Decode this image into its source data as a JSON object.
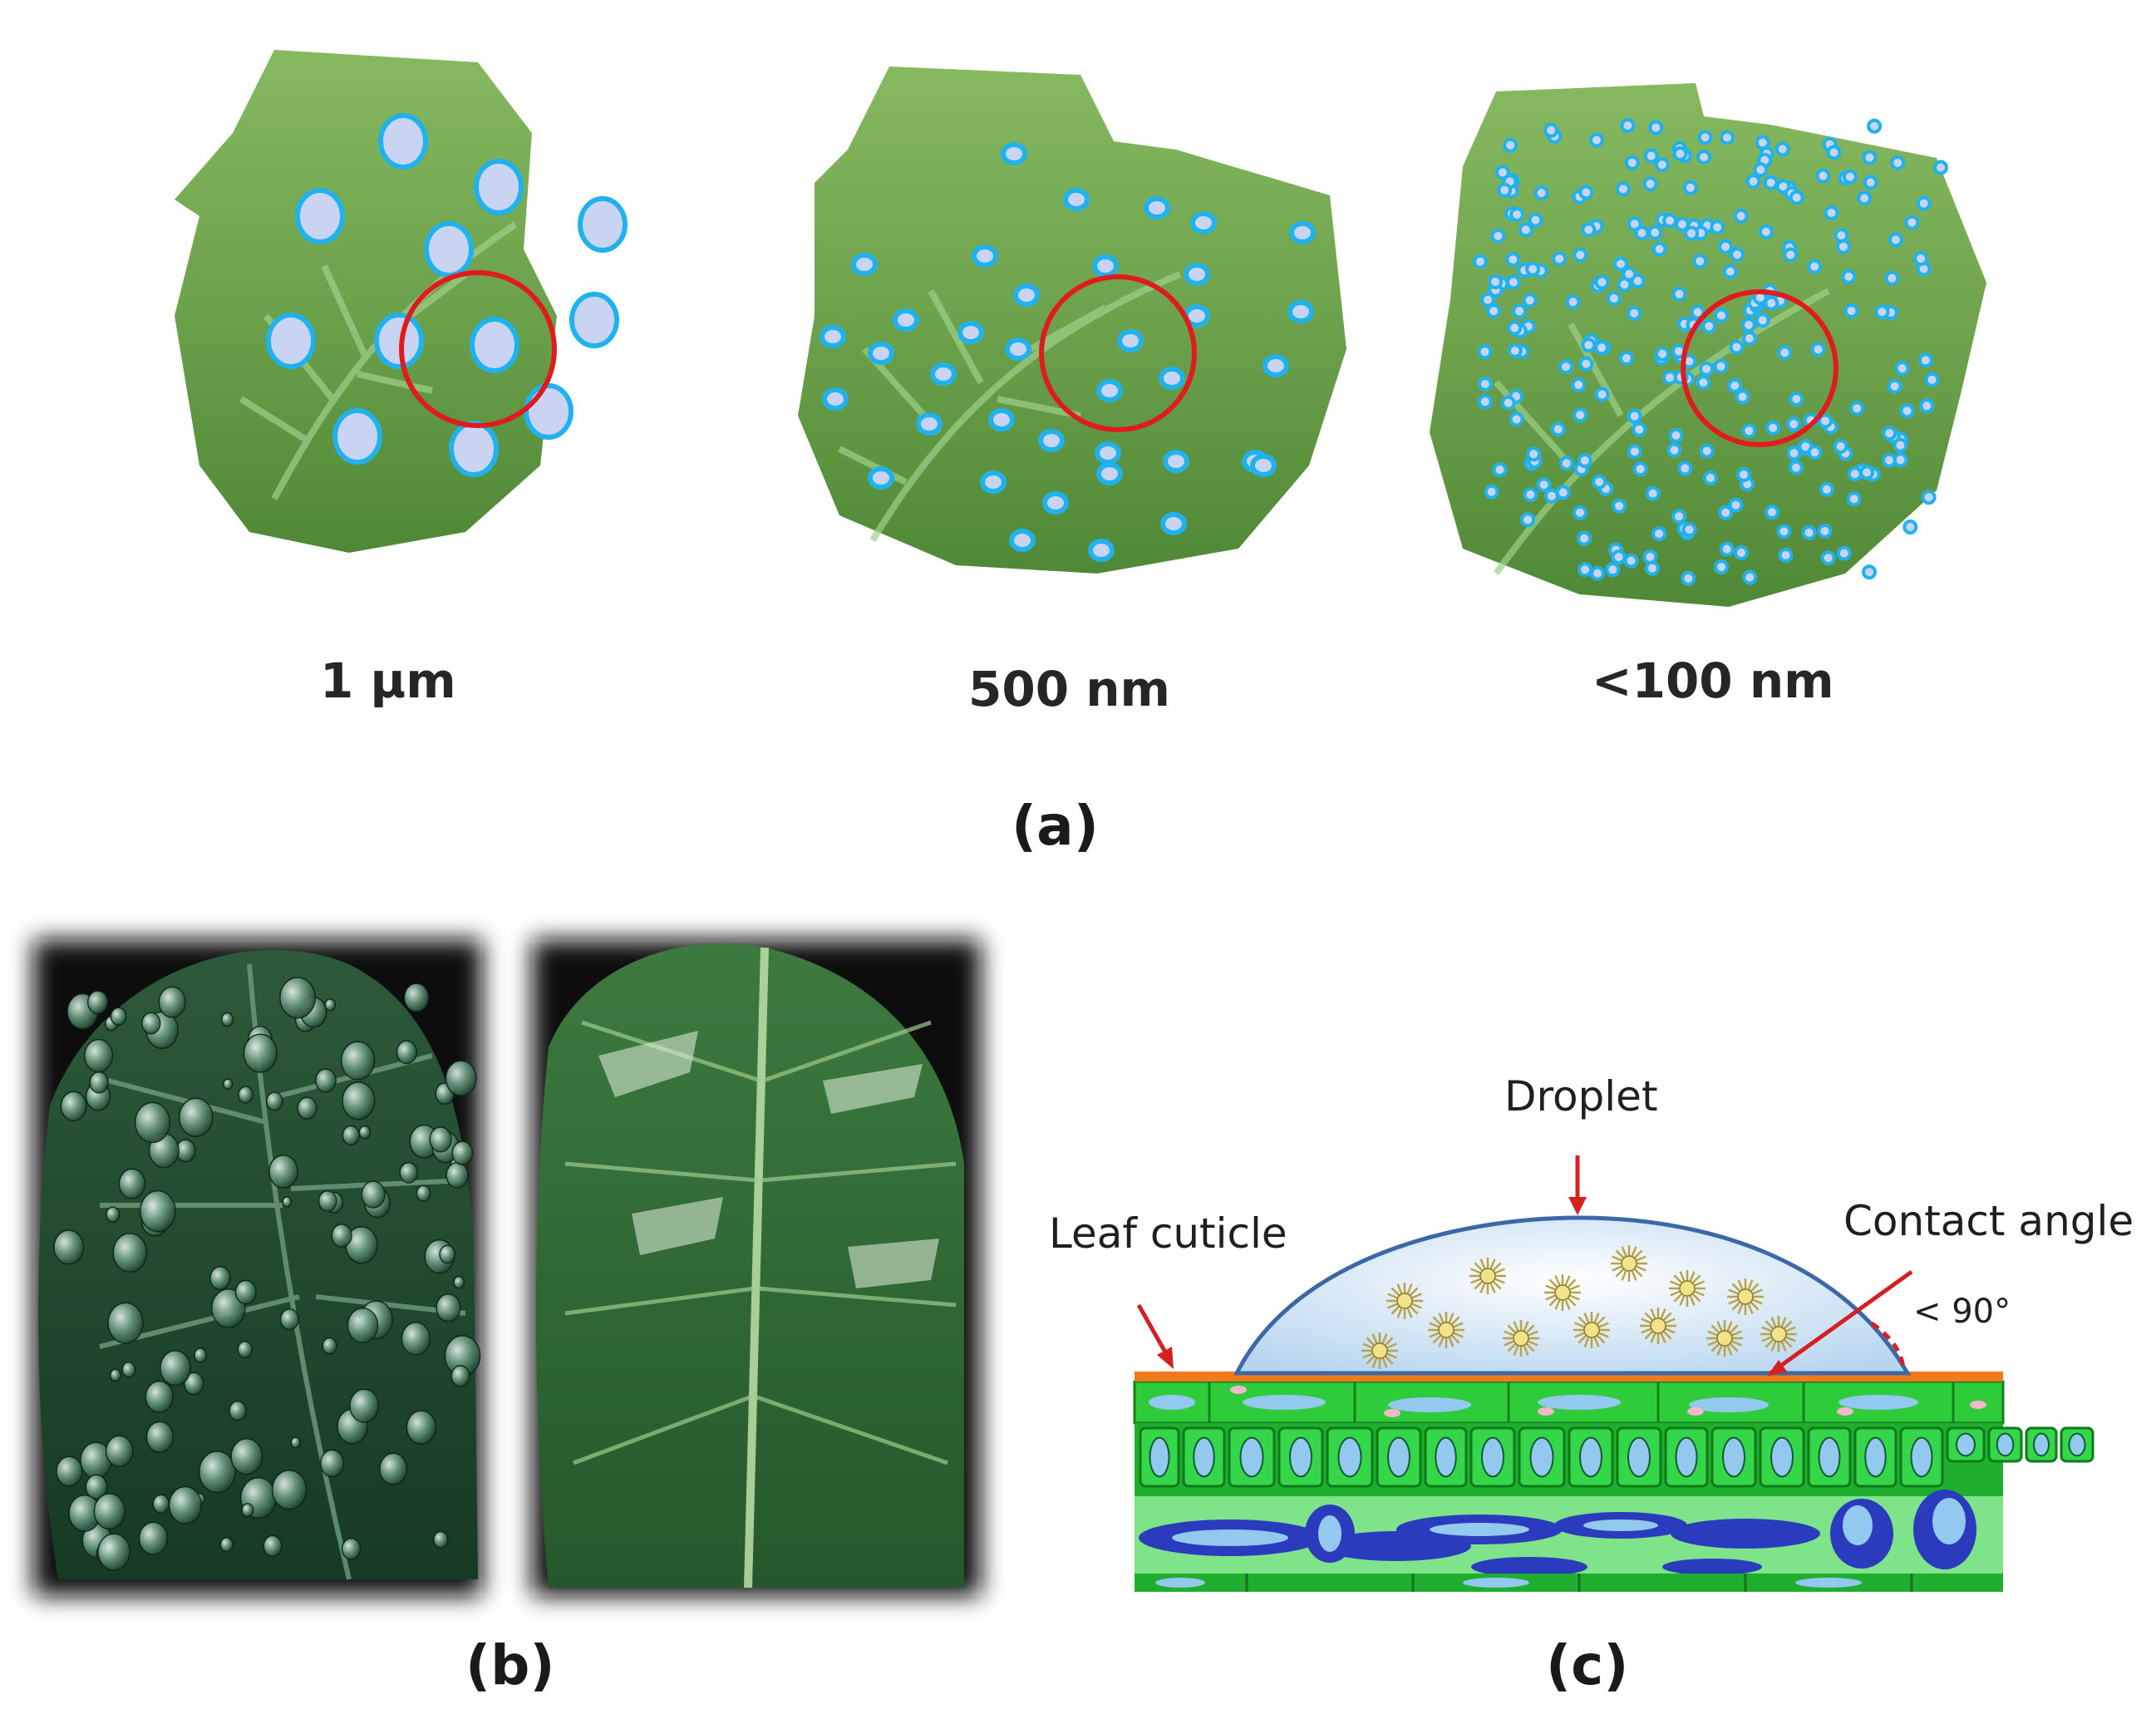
{
  "panel_a": {
    "label": "(a)",
    "leaves": [
      {
        "size_label": "1 µm"
      },
      {
        "size_label": "500 nm"
      },
      {
        "size_label": "<100 nm"
      }
    ]
  },
  "panel_b": {
    "label": "(b)"
  },
  "panel_c": {
    "label": "(c)",
    "droplet_label": "Droplet",
    "cuticle_label": "Leaf cuticle",
    "contact_label": "Contact angle",
    "angle_label": "< 90°"
  },
  "colors": {
    "leaf": "#6fa44f",
    "droplet_fill": "#c9d4f2",
    "droplet_stroke": "#1fb2ee",
    "circle": "#e11b1b",
    "cuticle": "#f07a1c",
    "cell_green": "#2ecb3a",
    "cell_dark_blue": "#2b3bbd"
  }
}
